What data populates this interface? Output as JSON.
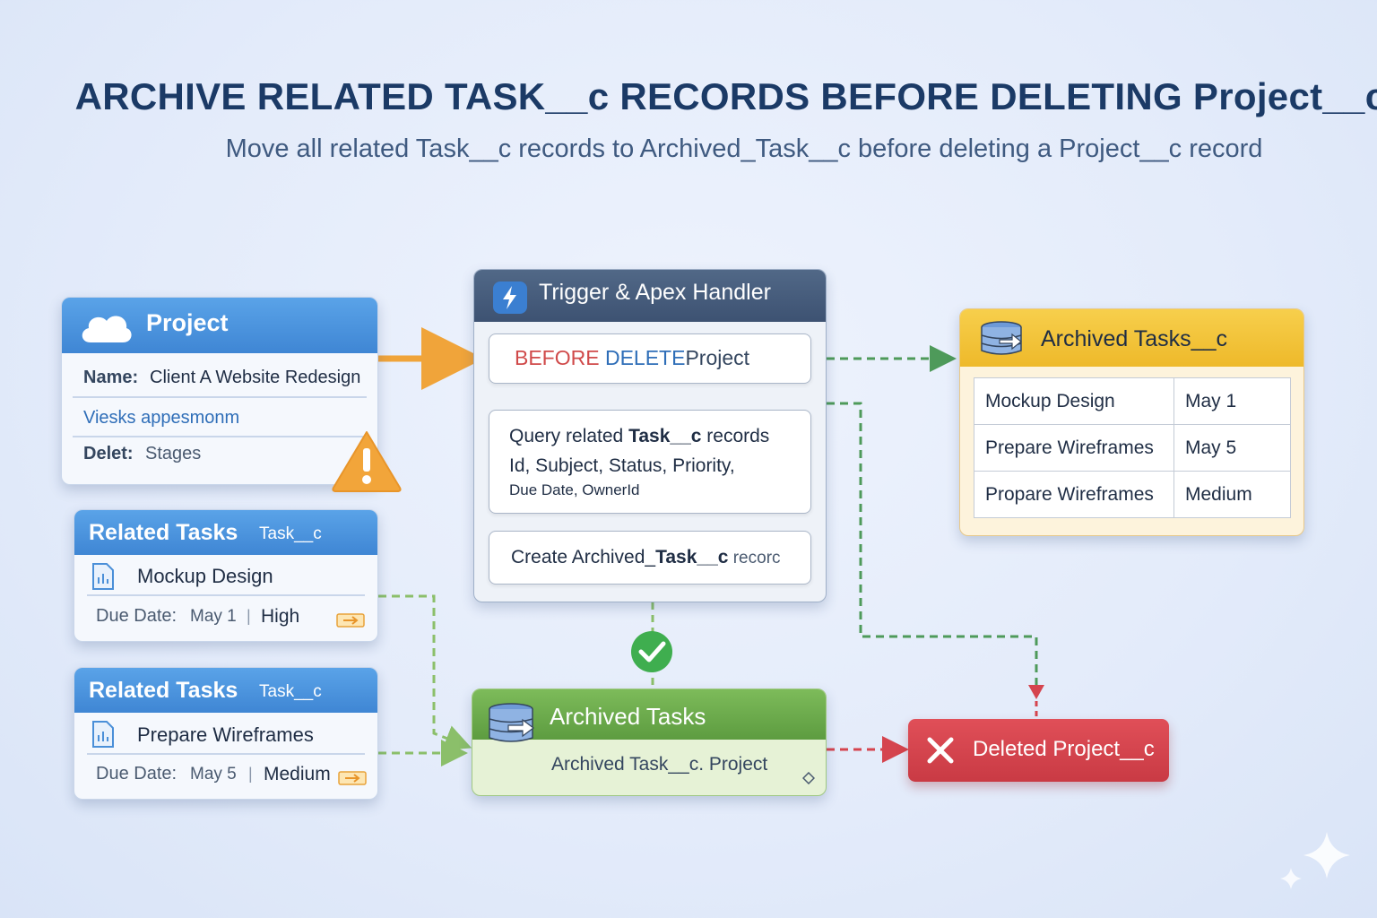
{
  "title": "ARCHIVE RELATED TASK__c RECORDS BEFORE DELETING Project__c",
  "subtitle": "Move all related Task__c records to Archived_Task__c before deleting a Project__c record",
  "project_card": {
    "header": "Project",
    "name_label": "Name:",
    "name_value": "Client A Website Redesign",
    "row2": "Viesks appesmonm",
    "delete_label": "Delet:",
    "delete_value": "Stages"
  },
  "related_tasks": [
    {
      "header": "Related Tasks",
      "header_sub": "Task__c",
      "task": "Mockup Design",
      "due_label": "Due Date:",
      "due": "May 1",
      "priority": "High"
    },
    {
      "header": "Related Tasks",
      "header_sub": "Task__c",
      "task": "Prepare Wireframes",
      "due_label": "Due Date:",
      "due": "May 5",
      "priority": "Medium"
    }
  ],
  "trigger": {
    "header": "Trigger & Apex Handler",
    "step1": {
      "before": "BEFORE",
      "delete": "DELETE",
      "rest": "Project"
    },
    "step2": {
      "line1_pre": "Query related ",
      "line1_bold": "Task__c",
      "line1_post": " records",
      "line2": "Id, Subject, Status, Priority,",
      "line3": "Due Date, OwnerId"
    },
    "step3": {
      "pre": "Create Archived_",
      "bold": "Task__c",
      "post": " recorc"
    }
  },
  "archived_table": {
    "header": "Archived Tasks__c",
    "rows": [
      [
        "Mockup Design",
        "May 1"
      ],
      [
        "Prepare Wireframes",
        "May 5"
      ],
      [
        "Propare Wireframes",
        "Medium"
      ]
    ]
  },
  "archived_box": {
    "header": "Archived Tasks",
    "body": "Archived Task__c. Project"
  },
  "deleted": {
    "label": "Deleted Project__c"
  },
  "colors": {
    "blue_header": "#4a94de",
    "dark_header": "#465b7c",
    "yellow_header": "#f2c23a",
    "green_header": "#6aaa4c",
    "red": "#d5444e",
    "arrow_orange": "#f0a43a",
    "arrow_green": "#4e9a5a",
    "arrow_red": "#d5444e"
  }
}
